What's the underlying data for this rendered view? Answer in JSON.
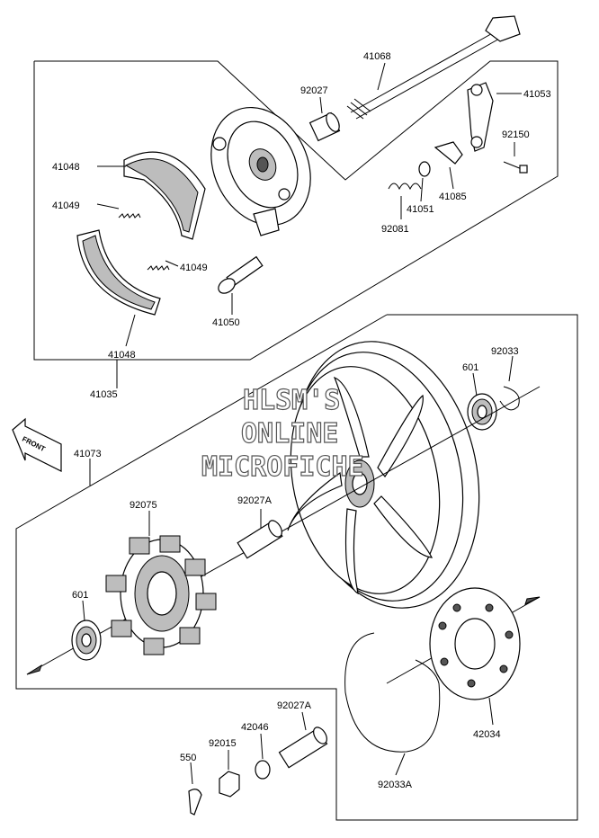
{
  "watermark": [
    "HLSM'S",
    "ONLINE",
    "MICROFICHE"
  ],
  "front_label": "FRONT",
  "callouts": {
    "p41068": "41068",
    "p92027": "92027",
    "p41053": "41053",
    "p92150": "92150",
    "p41048_top": "41048",
    "p41049_top": "41049",
    "p41085": "41085",
    "p41051": "41051",
    "p92081": "92081",
    "p41049_bot": "41049",
    "p41050": "41050",
    "p41048_bot": "41048",
    "p41035": "41035",
    "p601_right": "601",
    "p92033": "92033",
    "p41073": "41073",
    "p92075": "92075",
    "p92027A_mid": "92027A",
    "p601_left": "601",
    "p42034": "42034",
    "p92027A_bot": "92027A",
    "p42046": "42046",
    "p92015": "92015",
    "p550": "550",
    "p92033A": "92033A"
  }
}
